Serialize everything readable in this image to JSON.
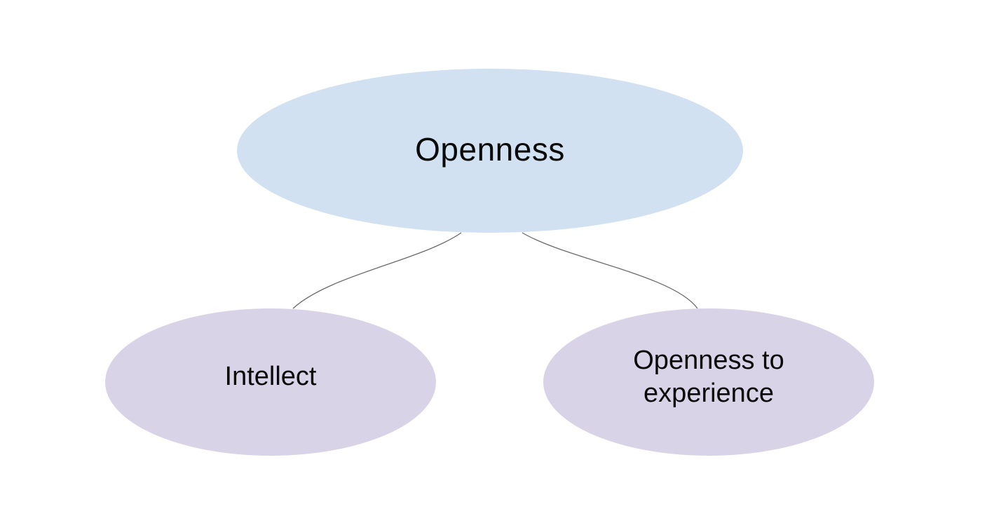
{
  "diagram": {
    "nodes": {
      "root": {
        "label": "Openness",
        "color": "#d1e1f1"
      },
      "left": {
        "label": "Intellect",
        "color": "#d9d3e8"
      },
      "right": {
        "label": "Openness to experience",
        "color": "#d9d3e8"
      }
    },
    "edges": [
      {
        "from": "root",
        "to": "left"
      },
      {
        "from": "root",
        "to": "right"
      }
    ],
    "edge_color": "#6b6b6b"
  }
}
